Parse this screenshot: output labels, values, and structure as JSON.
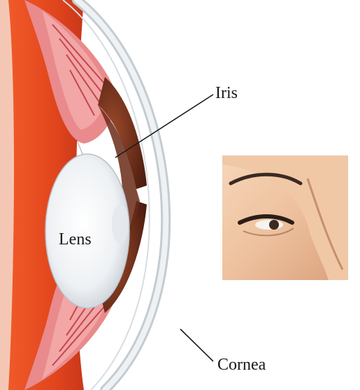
{
  "labels": {
    "iris": "Iris",
    "lens": "Lens",
    "cornea": "Cornea"
  },
  "colors": {
    "background": "#ffffff",
    "eye_interior": "#e2461c",
    "muscle": "#e98a8c",
    "muscle_dark": "#c4474f",
    "iris": "#7a3a22",
    "lens": "#f2f4f6",
    "cornea": "#cfd6da",
    "skin": "#eec19e",
    "leader_line": "#1a1a1a"
  }
}
